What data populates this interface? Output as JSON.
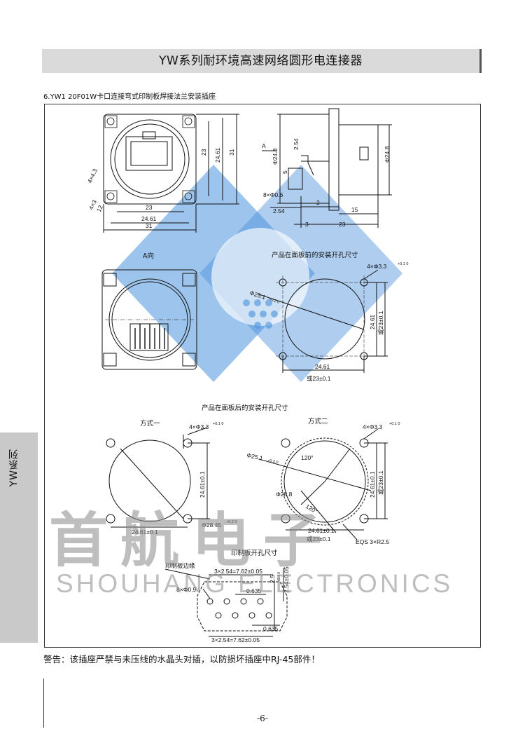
{
  "header": {
    "title": "YW系列耐环境高速网络圆形电连接器"
  },
  "section_title": "6.YW1 20F01W卡口连接弯式印制板焊接法兰安装插座",
  "sidebar": {
    "label": "YW系列"
  },
  "labels": {
    "view_a": "A向",
    "arrow_a": "A",
    "front_panel": "产品在面板前的安装开孔尺寸",
    "rear_panel": "产品在面板后的安装开孔尺寸",
    "method1": "方式一",
    "method2": "方式二",
    "pcb_cutout": "印制板开孔尺寸",
    "pcb_edge": "印制板边缘"
  },
  "dims": {
    "d23": "23",
    "d2461": "24.61",
    "d31": "31",
    "d43_1": "4×4.3",
    "d43_2": "4×3",
    "d12": "12",
    "d248a": "Φ24.8",
    "d254v": "2.54",
    "d5": "5",
    "d8x06": "8×Φ0.6",
    "d2": "2",
    "d15": "15",
    "d254h": "2.54",
    "d3": "3",
    "d23b": "23",
    "d248b": "Φ24.8",
    "hole33_a": "4×Φ3.3",
    "tol_a": "+0.1 0",
    "phi251_a": "Φ25.1",
    "tol_b": "+0.2 0",
    "v2461_a": "24.61",
    "v23_a": "或23±0.1",
    "h2461_a": "24.61",
    "h23_a": "或23±0.1",
    "hole33_b": "4×Φ3.3",
    "tol_c": "+0.1 0",
    "v2461_b": "24.61±0.1",
    "h2461_b": "24.61±0.1",
    "phi2845": "Φ28.45",
    "tol_d": "+0.2 0",
    "hole33_c": "4×Φ3.3",
    "tol_e": "+0.1 0",
    "phi251_b": "Φ25.1",
    "tol_f": "+0.2 0",
    "ang120a": "120°",
    "ang120b": "120°",
    "phi288": "Φ28.8",
    "v2461_c": "24.61±0.1",
    "v23_c": "或23±0.1",
    "h2461_c": "24.61±0.1",
    "h23_c": "或23±0.1",
    "eqs": "EQS 3×R2.5",
    "pcb_top": "3×2.54=7.62±0.05",
    "pcb_25": "2.5",
    "pcb_tol": "+0.1 0",
    "pcb_254": "2.54±0.05",
    "pcb_8x09": "8×Φ0.9",
    "pcb_0635a": "0.635",
    "pcb_0635b": "0.635",
    "pcb_bottom": "3×2.54=7.62±0.05"
  },
  "watermark": {
    "cn": "首航电子",
    "en": "SHOUHANG ELECTRONICS",
    "brand_color": "#2d7fd6"
  },
  "warning": "警告：该插座严禁与未压线的水晶头对插，以防损坏插座中RJ-45部件！",
  "page_number": "-6-"
}
